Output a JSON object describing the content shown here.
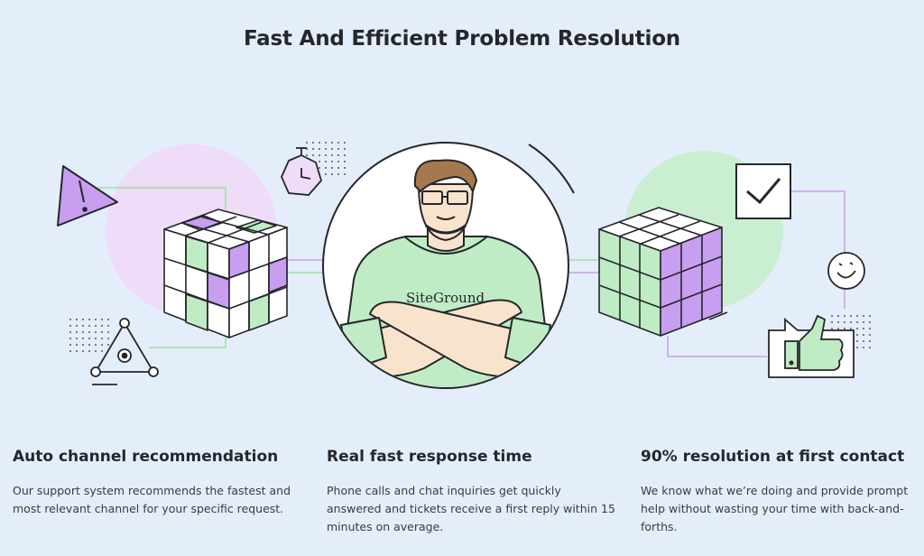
{
  "title": "Fast And Efficient Problem Resolution",
  "brand_on_shirt": "SiteGround",
  "features": [
    {
      "heading": "Auto channel recommendation",
      "body": "Our support system recommends the fastest and most relevant channel for your specific request."
    },
    {
      "heading": "Real fast response time",
      "body": "Phone calls and chat inquiries get quickly answered and tickets receive a first reply within 15 minutes on average."
    },
    {
      "heading": "90% resolution at first contact",
      "body": "We know what we’re doing and provide prompt help without wasting your time with back-and-forths."
    }
  ],
  "colors": {
    "background": "#e4eefa",
    "green": "#bfecc4",
    "purple": "#cda6f3",
    "lavender": "#eedcf8",
    "stroke": "#26262b"
  }
}
